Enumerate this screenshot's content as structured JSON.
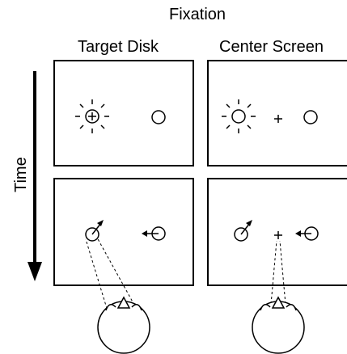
{
  "title": "Fixation",
  "columns": [
    {
      "label": "Target Disk"
    },
    {
      "label": "Center Screen"
    }
  ],
  "axis_label": "Time",
  "colors": {
    "stroke": "#000000",
    "background": "#ffffff"
  },
  "icons": [
    "flashing-disk-icon",
    "target-disk-icon",
    "fixation-cross-icon",
    "moving-disk-icon",
    "motion-arrow-icon",
    "head-icon",
    "time-arrow-icon"
  ]
}
